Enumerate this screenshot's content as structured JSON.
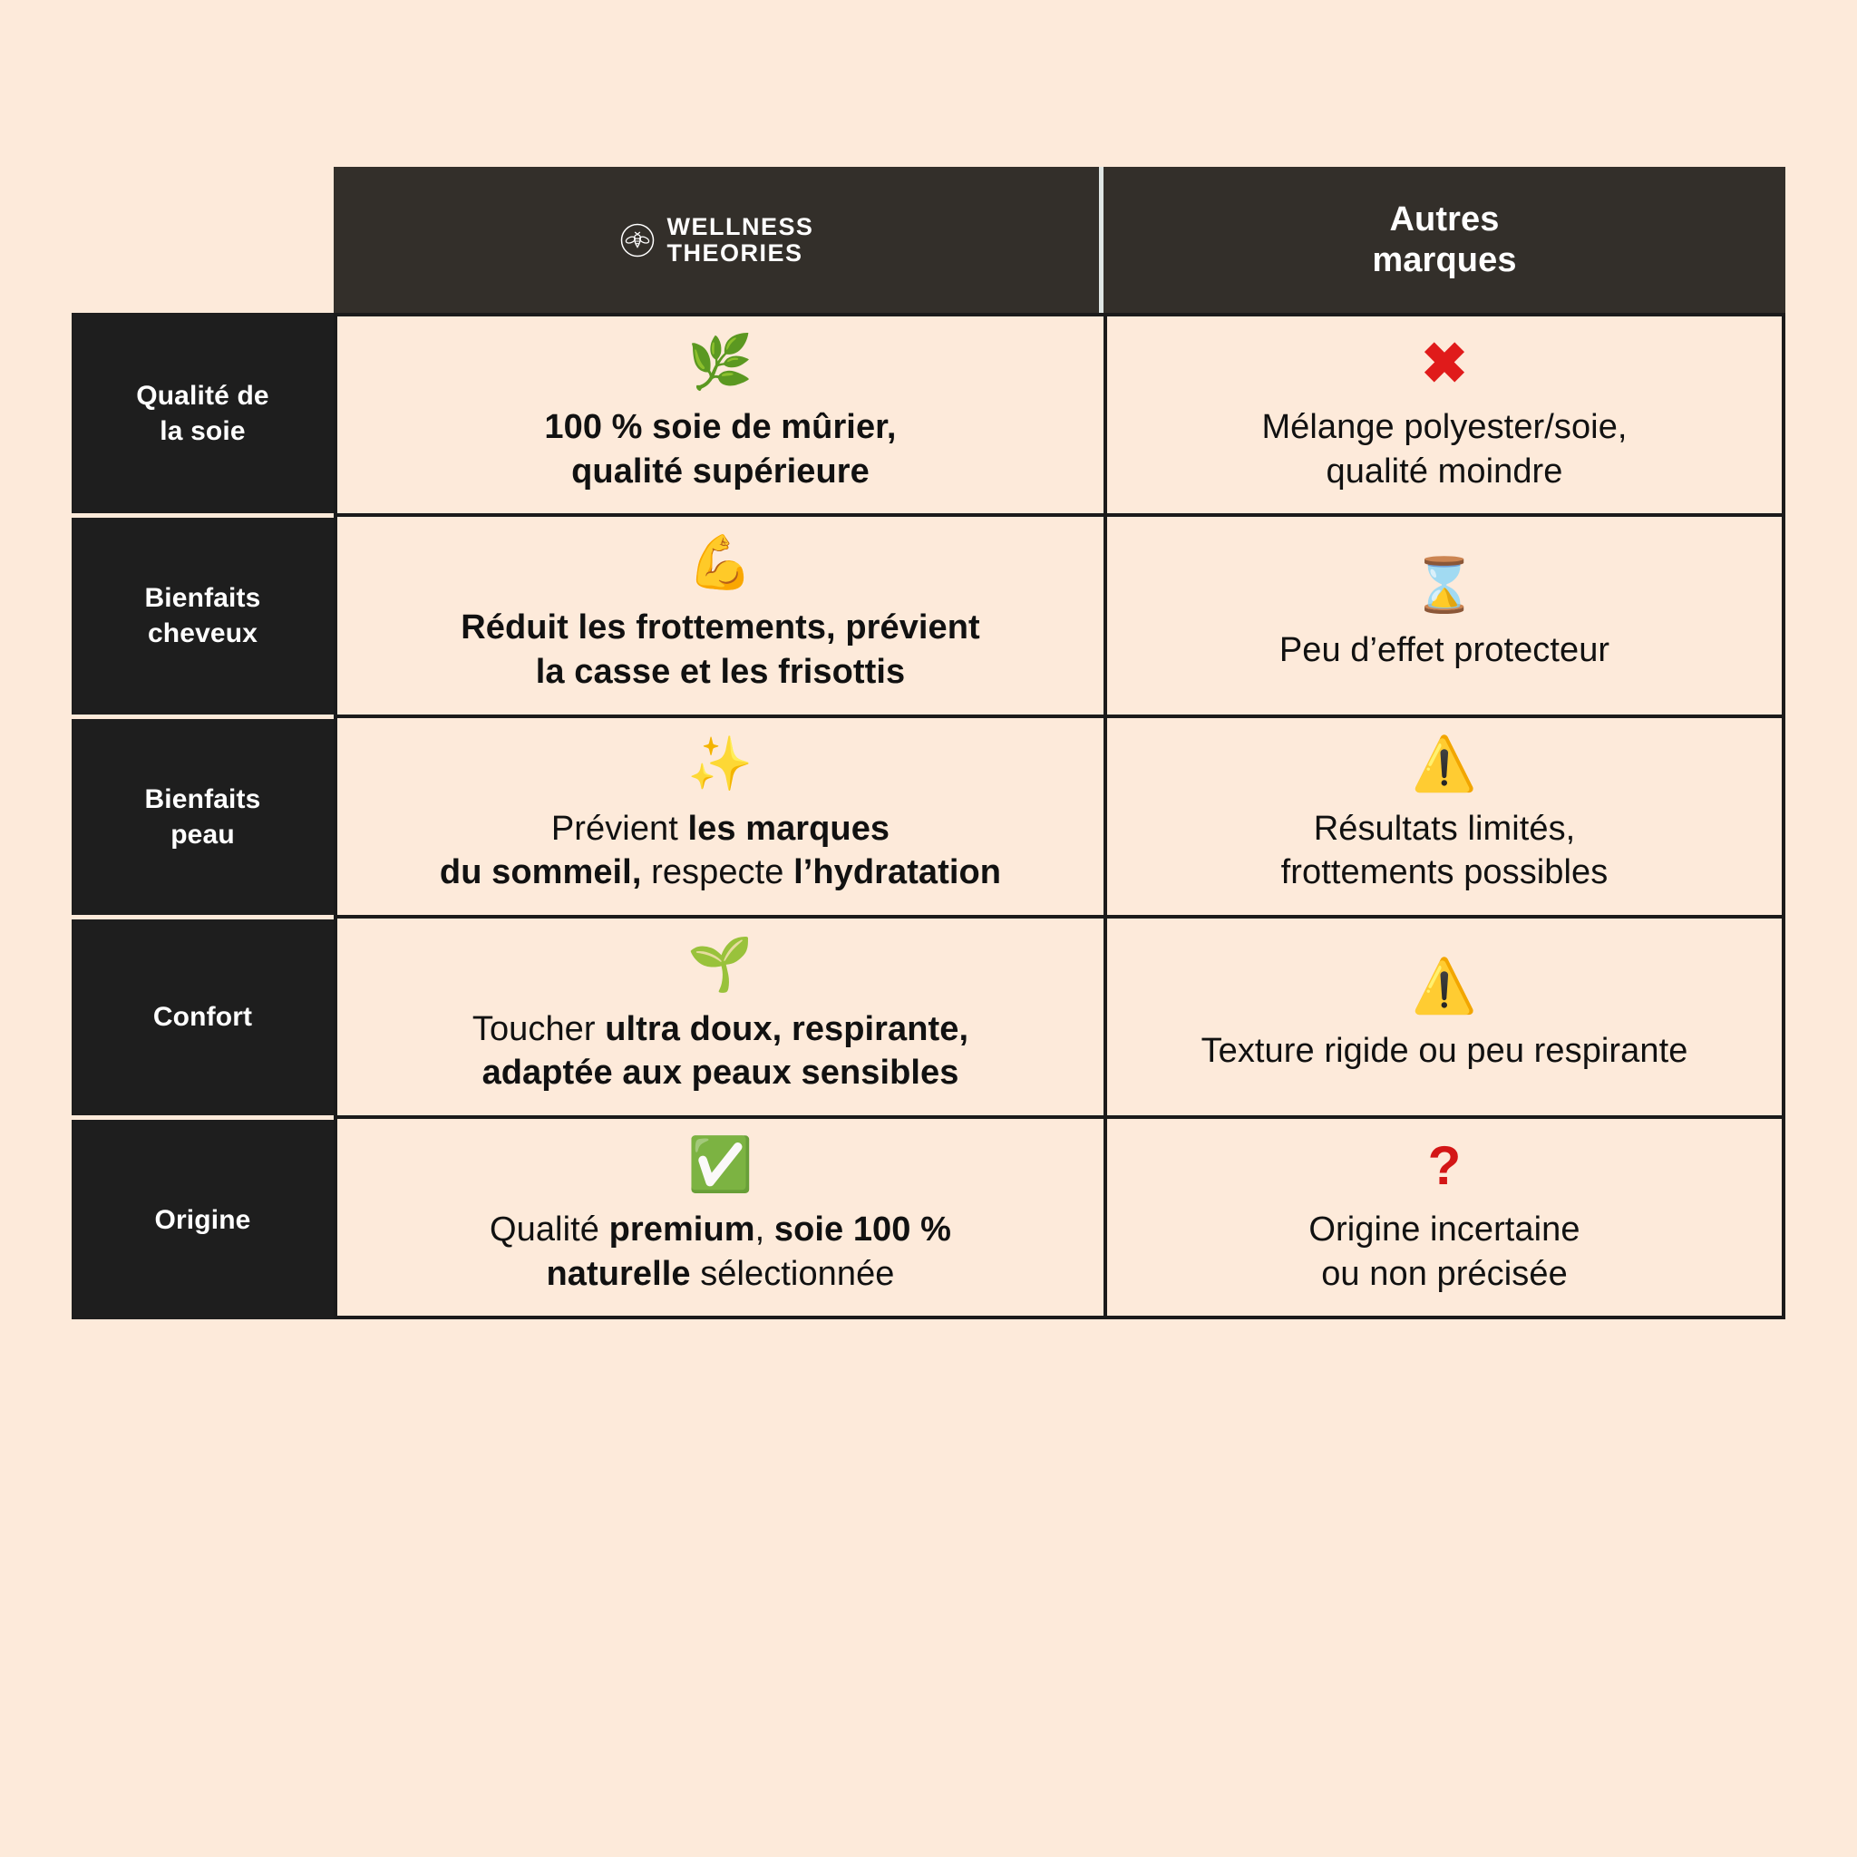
{
  "theme": {
    "page_background": "#fdeada",
    "header_dark": "#332f2a",
    "label_dark": "#1e1e1e",
    "border_dark": "#1b1b1b",
    "header_divider": "#dfe6e4",
    "text_dark": "#111111",
    "text_light": "#ffffff",
    "accent_red": "#e01b1b",
    "accent_green": "#22a447",
    "accent_yellow": "#f5c518"
  },
  "header": {
    "criteria_label": "",
    "brand": {
      "logo_icon": "bee-in-circle-icon",
      "line1": "WELLNESS",
      "line2": "THEORIES"
    },
    "others": {
      "label": "Autres\nmarques"
    }
  },
  "columns": [
    "",
    "WELLNESS THEORIES",
    "Autres marques"
  ],
  "rows": [
    {
      "criteria": "Qualité de\nla soie",
      "brand": {
        "icon": "herb-emoji",
        "icon_glyph": "🌿",
        "text": "100 % soie de mûrier,\nqualité supérieure",
        "bold_all": true
      },
      "others": {
        "icon": "cross-mark-icon",
        "icon_glyph": "✖",
        "text": "Mélange polyester/soie,\nqualité moindre"
      }
    },
    {
      "criteria": "Bienfaits\ncheveux",
      "brand": {
        "icon": "flexed-biceps-emoji",
        "icon_glyph": "💪",
        "text": "Réduit les frottements, prévient\nla casse et les frisottis",
        "bold_all": true
      },
      "others": {
        "icon": "hourglass-emoji",
        "icon_glyph": "⌛",
        "text": "Peu d’effet protecteur"
      }
    },
    {
      "criteria": "Bienfaits\npeau",
      "brand": {
        "icon": "sparkles-emoji",
        "icon_glyph": "✨",
        "text_parts": [
          {
            "t": "Prévient ",
            "b": false
          },
          {
            "t": "les marques",
            "b": true
          },
          {
            "t": "\n",
            "b": false
          },
          {
            "t": "du sommeil,",
            "b": true
          },
          {
            "t": " respecte ",
            "b": false
          },
          {
            "t": "l’hydratation",
            "b": true
          }
        ],
        "bold_all": false
      },
      "others": {
        "icon": "warning-sign-emoji",
        "icon_glyph": "⚠️",
        "text": "Résultats limités,\nfrottements possibles"
      }
    },
    {
      "criteria": "Confort",
      "brand": {
        "icon": "seedling-emoji",
        "icon_glyph": "🌱",
        "text_parts": [
          {
            "t": "Toucher ",
            "b": false
          },
          {
            "t": "ultra doux, respirante,",
            "b": true
          },
          {
            "t": "\n",
            "b": false
          },
          {
            "t": "adaptée aux peaux sensibles",
            "b": true
          }
        ],
        "bold_all": false
      },
      "others": {
        "icon": "warning-sign-emoji",
        "icon_glyph": "⚠️",
        "text": "Texture rigide ou peu respirante"
      }
    },
    {
      "criteria": "Origine",
      "brand": {
        "icon": "white-check-mark-emoji",
        "icon_glyph": "✅",
        "text_parts": [
          {
            "t": "Qualité ",
            "b": false
          },
          {
            "t": "premium",
            "b": true
          },
          {
            "t": ", ",
            "b": false
          },
          {
            "t": "soie 100 %",
            "b": true
          },
          {
            "t": "\n",
            "b": false
          },
          {
            "t": "naturelle",
            "b": true
          },
          {
            "t": " sélectionnée",
            "b": false
          }
        ],
        "bold_all": false
      },
      "others": {
        "icon": "red-question-mark-icon",
        "icon_glyph": "❓",
        "text": "Origine incertaine\nou non précisée"
      }
    }
  ]
}
